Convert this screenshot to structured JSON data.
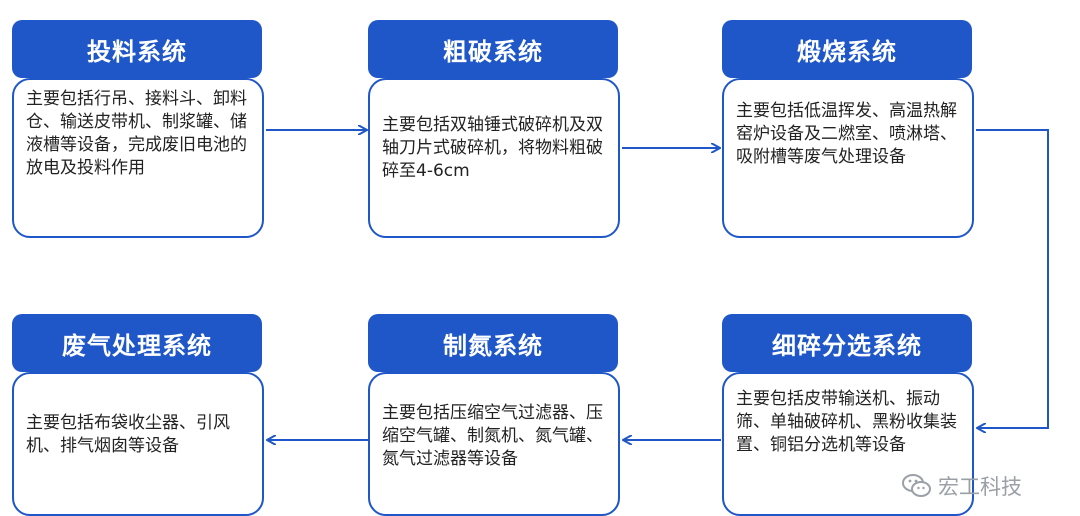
{
  "nodes": [
    {
      "title": "投料系统",
      "desc": "主要包括行吊、接料斗、卸料仓、输送皮带机、制浆罐、储液槽等设备，完成废旧电池的放电及投料作用"
    },
    {
      "title": "粗破系统",
      "desc": "主要包括双轴锤式破碎机及双轴刀片式破碎机，将物料粗破碎至4-6cm"
    },
    {
      "title": "煅烧系统",
      "desc": "主要包括低温挥发、高温热解窑炉设备及二燃室、喷淋塔、吸附槽等废气处理设备"
    },
    {
      "title": "细碎分选系统",
      "desc": "主要包括皮带输送机、振动筛、单轴破碎机、黑粉收集装置、铜铝分选机等设备"
    },
    {
      "title": "制氮系统",
      "desc": "主要包括压缩空气过滤器、压缩空气罐、制氮机、氮气罐、氮气过滤器等设备"
    },
    {
      "title": "废气处理系统",
      "desc": "主要包括布袋收尘器、引风机、排气烟囱等设备"
    }
  ],
  "watermark": {
    "text": "宏工科技",
    "icon": "wechat-icon"
  },
  "colors": {
    "accent": "#1f57c9",
    "text": "#222222"
  }
}
